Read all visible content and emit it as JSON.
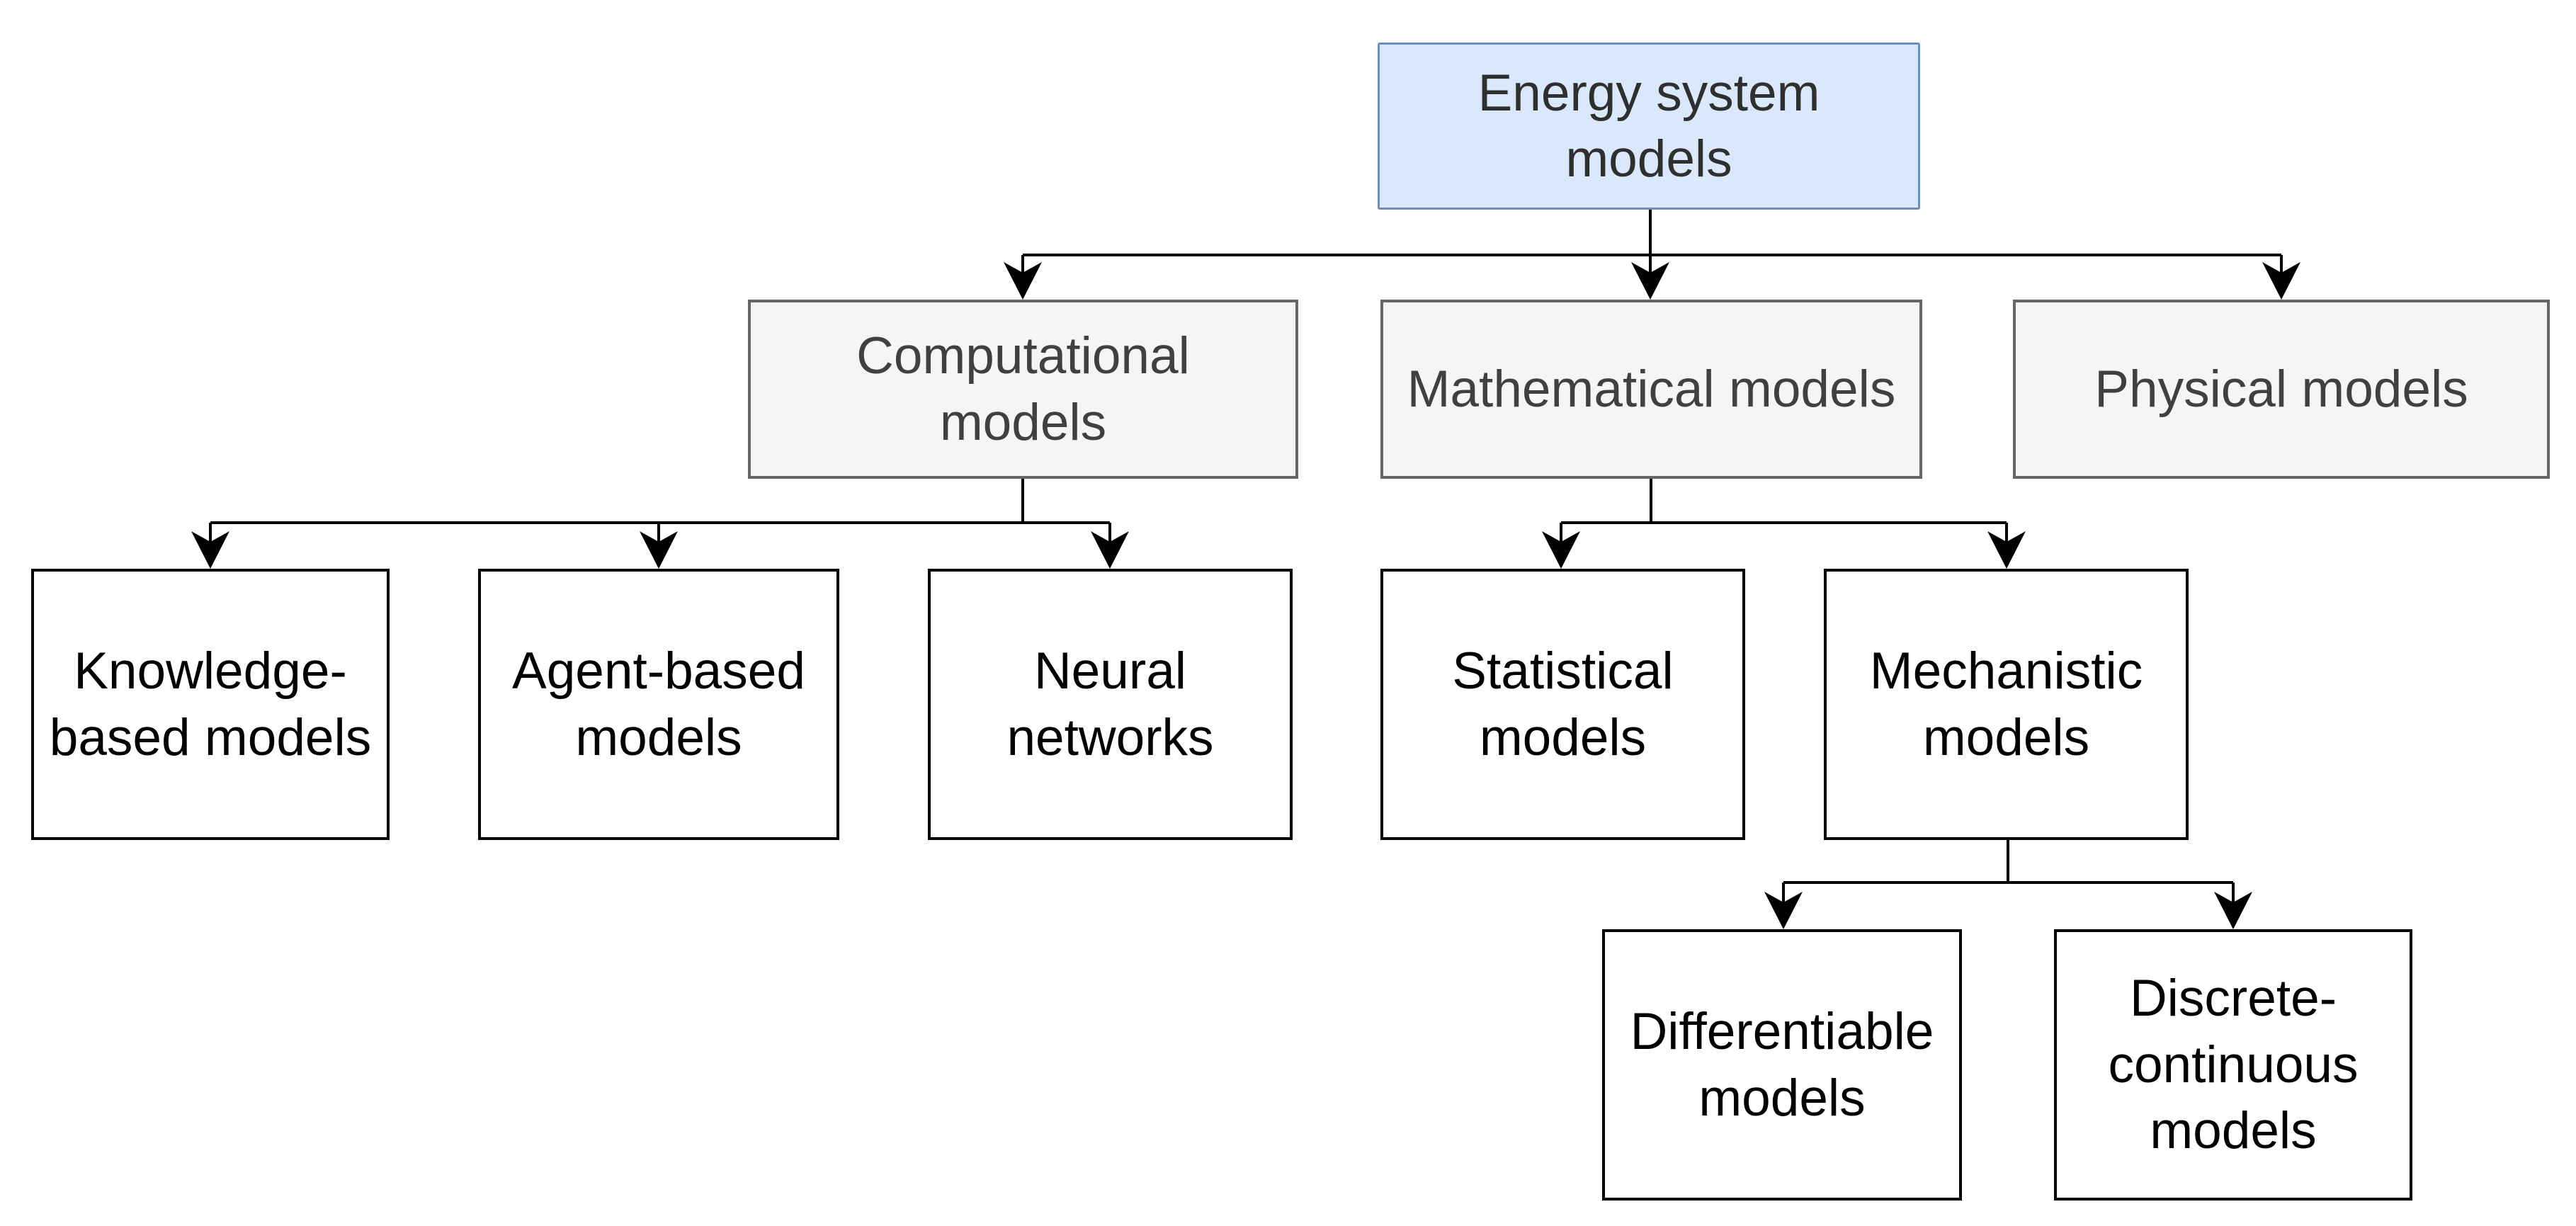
{
  "diagram": {
    "type": "hierarchy-tree",
    "background": "#ffffff",
    "colors": {
      "root_fill": "#dae8fc",
      "root_border": "#6c8ebf",
      "branch_fill": "#f5f5f5",
      "branch_border": "#666666",
      "leaf_fill": "#ffffff",
      "leaf_border": "#000000",
      "connector": "#000000"
    },
    "nodes": {
      "energy_system": {
        "label": "Energy system\nmodels"
      },
      "computational": {
        "label": "Computational\nmodels"
      },
      "mathematical": {
        "label": "Mathematical models"
      },
      "physical": {
        "label": "Physical models"
      },
      "knowledge_based": {
        "label": "Knowledge-\nbased models"
      },
      "agent_based": {
        "label": "Agent-based\nmodels"
      },
      "neural_networks": {
        "label": "Neural\nnetworks"
      },
      "statistical": {
        "label": "Statistical\nmodels"
      },
      "mechanistic": {
        "label": "Mechanistic\nmodels"
      },
      "differentiable": {
        "label": "Differentiable\nmodels"
      },
      "discrete_continuous": {
        "label": "Discrete-\ncontinuous\nmodels"
      }
    },
    "hierarchy": [
      {
        "parent": "Energy system models",
        "children": [
          "Computational models",
          "Mathematical models",
          "Physical models"
        ]
      },
      {
        "parent": "Computational models",
        "children": [
          "Knowledge-based models",
          "Agent-based models",
          "Neural networks"
        ]
      },
      {
        "parent": "Mathematical models",
        "children": [
          "Statistical models",
          "Mechanistic models"
        ]
      },
      {
        "parent": "Mechanistic models",
        "children": [
          "Differentiable models",
          "Discrete-continuous models"
        ]
      }
    ]
  }
}
